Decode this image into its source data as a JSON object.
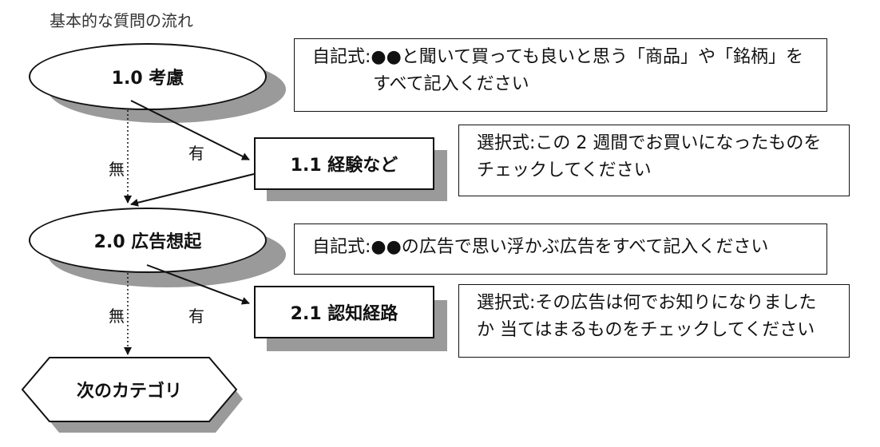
{
  "title": "基本的な質問の流れ",
  "nodes": {
    "consider": "1.0 考慮",
    "experience": "1.1 経験など",
    "ad_recall": "2.0 広告想起",
    "awareness_path": "2.1 認知経路",
    "next_category": "次のカテゴリ"
  },
  "notes": {
    "n1": {
      "line1": "自記式:●●と聞いて買っても良いと思う「商品」や「銘柄」を",
      "line2": "すべて記入ください"
    },
    "n2": {
      "line1": "選択式:この 2 週間でお買いになったものを",
      "line2": "チェックしてください"
    },
    "n3": {
      "line1": "自記式:●●の広告で思い浮かぶ広告をすべて記入ください"
    },
    "n4": {
      "line1": "選択式:その広告は何でお知りになりました",
      "line2": "か 当てはまるものをチェックしてください"
    }
  },
  "labels": {
    "yes1": "有",
    "no1": "無",
    "yes2": "有",
    "no2": "無"
  }
}
